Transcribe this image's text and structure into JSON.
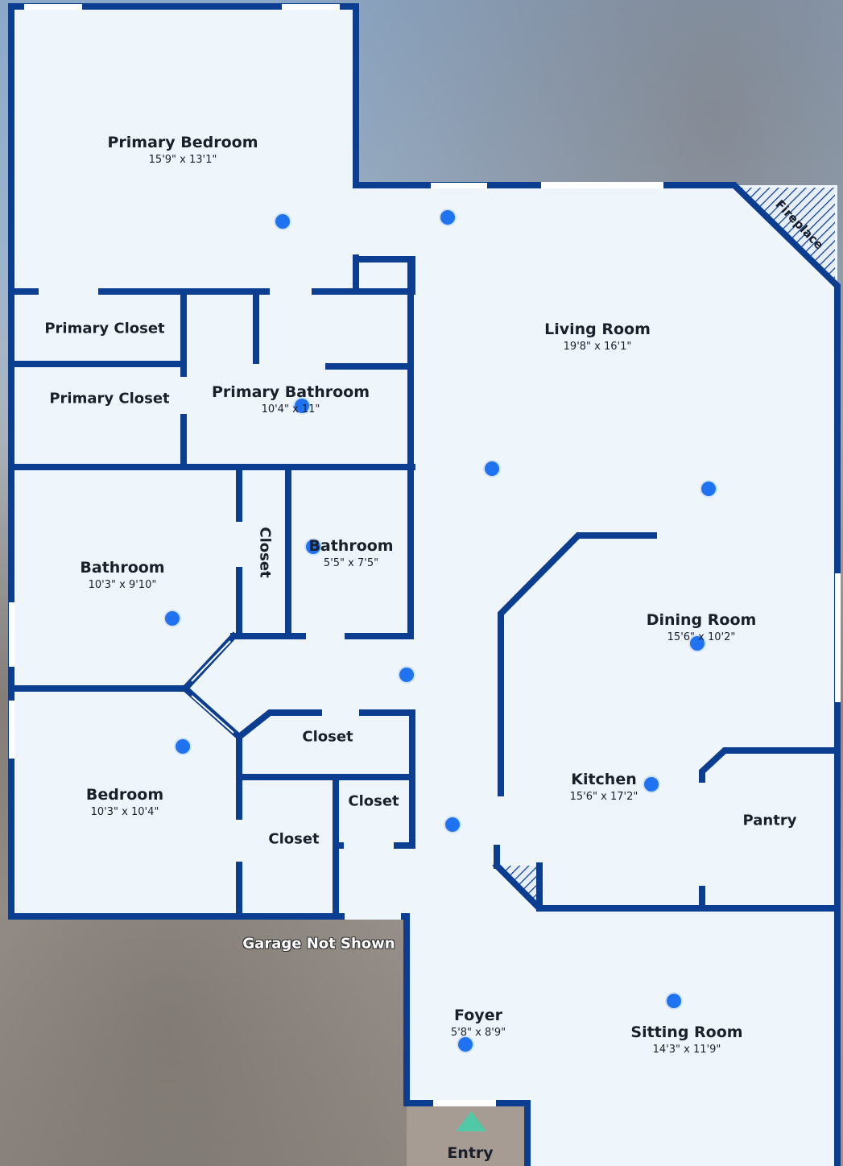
{
  "rooms": {
    "primary_bedroom": {
      "name": "Primary Bedroom",
      "dims": "15'9\" x 13'1\""
    },
    "living_room": {
      "name": "Living Room",
      "dims": "19'8\" x 16'1\""
    },
    "primary_closet_1": {
      "name": "Primary Closet"
    },
    "primary_closet_2": {
      "name": "Primary Closet"
    },
    "primary_bathroom": {
      "name": "Primary Bathroom",
      "dims": "10'4\" x 11\""
    },
    "bathroom_large": {
      "name": "Bathroom",
      "dims": "10'3\" x 9'10\""
    },
    "closet_vertical": {
      "name": "Closet"
    },
    "bathroom_small": {
      "name": "Bathroom",
      "dims": "5'5\" x 7'5\""
    },
    "dining_room": {
      "name": "Dining Room",
      "dims": "15'6\" x 10'2\""
    },
    "bedroom": {
      "name": "Bedroom",
      "dims": "10'3\" x 10'4\""
    },
    "closet_hall": {
      "name": "Closet"
    },
    "closet_small": {
      "name": "Closet"
    },
    "closet_lower": {
      "name": "Closet"
    },
    "kitchen": {
      "name": "Kitchen",
      "dims": "15'6\" x 17'2\""
    },
    "pantry": {
      "name": "Pantry"
    },
    "foyer": {
      "name": "Foyer",
      "dims": "5'8\" x 8'9\""
    },
    "sitting_room": {
      "name": "Sitting Room",
      "dims": "14'3\" x 11'9\""
    }
  },
  "fixtures": {
    "fireplace": "Fireplace"
  },
  "notes": {
    "garage": "Garage Not Shown",
    "entry": "Entry"
  },
  "colors": {
    "wall": "#0b3d91",
    "floor": "#eef6fc",
    "marker": "#1f73f0",
    "entry_arrow": "#4fc9a6",
    "window": "#ffffff"
  },
  "markers_count_label": ""
}
